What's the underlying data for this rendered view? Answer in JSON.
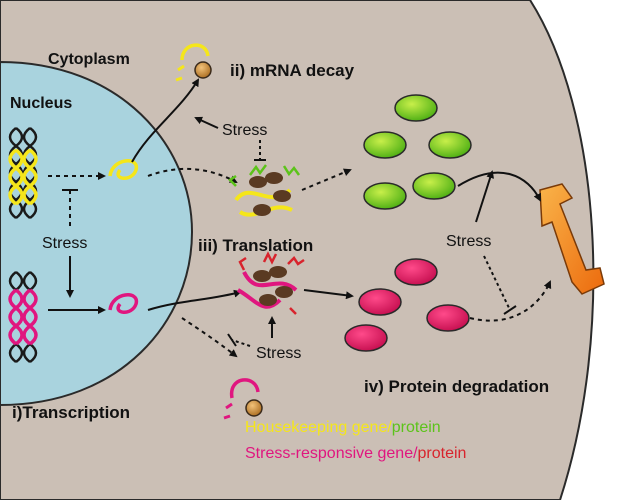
{
  "labels": {
    "cytoplasm": "Cytoplasm",
    "nucleus": "Nucleus",
    "mrna_decay": "ii) mRNA decay",
    "translation": "iii) Translation",
    "protein_degradation": "iv) Protein degradation",
    "transcription": "i)Transcription",
    "stress_transcription": "Stress",
    "stress_decay": "Stress",
    "stress_translation": "Stress",
    "stress_degradation": "Stress"
  },
  "legend": {
    "housekeeping_gene": "Housekeeping gene/",
    "housekeeping_protein": "protein",
    "stress_gene": "Stress-responsive gene/",
    "stress_protein": "protein"
  },
  "colors": {
    "cytoplasm": "#cbbfb5",
    "nucleus": "#a9d3de",
    "housekeeping": "#f5e61a",
    "housekeeping_protein": "#5cc31a",
    "stress_responsive": "#e0167f",
    "stress_protein_text": "#d8242d",
    "ribosome": "#5a3a22",
    "proteasome": "#f28c1c"
  }
}
